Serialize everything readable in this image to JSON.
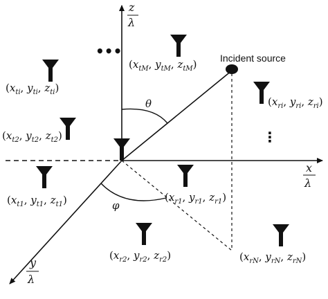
{
  "axes": {
    "z_top": "z",
    "z_bottom": "λ",
    "x_top": "x",
    "x_bottom": "λ",
    "y_top": "y",
    "y_bottom": "λ"
  },
  "source": {
    "label": "Incident source"
  },
  "angles": {
    "theta": "θ",
    "phi": "φ"
  },
  "ellipsis": {
    "horizontal": "•••",
    "vertical": "⋮"
  },
  "antennas": {
    "tM": "(x_tM, y_tM, z_tM)",
    "ti": "(x_ti, y_ti, z_ti)",
    "t2": "(x_t2, y_t2, z_t2)",
    "t1": "(x_t1, y_t1, z_t1)",
    "ri": "(x_ri, y_ri, z_ri)",
    "r1": "(x_r1, y_r1, z_r1)",
    "r2": "(x_r2, y_r2, z_r2)",
    "rN": "(x_rN, y_rN, z_rN)"
  },
  "labels": {
    "tM": [
      [
        "x",
        "tM"
      ],
      [
        "y",
        "tM"
      ],
      [
        "z",
        "tM"
      ]
    ],
    "ti": [
      [
        "x",
        "ti"
      ],
      [
        "y",
        "ti"
      ],
      [
        "z",
        "ti"
      ]
    ],
    "t2": [
      [
        "x",
        "t2"
      ],
      [
        "y",
        "t2"
      ],
      [
        "z",
        "t2"
      ]
    ],
    "t1": [
      [
        "x",
        "t1"
      ],
      [
        "y",
        "t1"
      ],
      [
        "z",
        "t1"
      ]
    ],
    "ri": [
      [
        "x",
        "ri"
      ],
      [
        "y",
        "ri"
      ],
      [
        "z",
        "ri"
      ]
    ],
    "r1": [
      [
        "x",
        "r1"
      ],
      [
        "y",
        "r1"
      ],
      [
        "z",
        "r1"
      ]
    ],
    "r2": [
      [
        "x",
        "r2"
      ],
      [
        "y",
        "r2"
      ],
      [
        "z",
        "r2"
      ]
    ],
    "rN": [
      [
        "x",
        "rN"
      ],
      [
        "y",
        "rN"
      ],
      [
        "z",
        "rN"
      ]
    ]
  }
}
